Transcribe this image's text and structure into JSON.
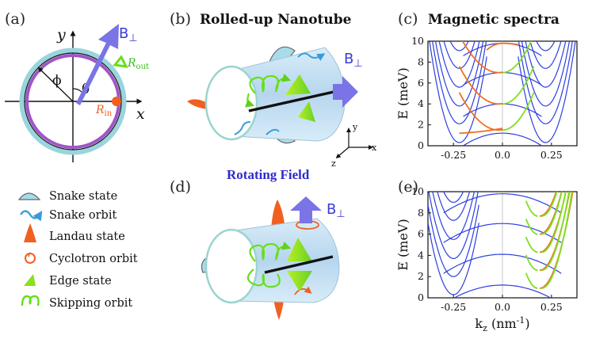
{
  "panels": {
    "a": {
      "label": "(a)",
      "x_axis": "x",
      "y_axis": "y",
      "phi": "ϕ",
      "theta": "θ",
      "b_field": "B",
      "b_sub": "⊥",
      "r_out": "R",
      "r_out_sub": "out",
      "r_in": "R",
      "r_in_sub": "in"
    },
    "b": {
      "label": "(b)",
      "title": "Rolled-up Nanotube",
      "b_field": "B",
      "b_sub": "⊥",
      "axis_x": "x",
      "axis_y": "y",
      "axis_z": "z"
    },
    "c": {
      "label": "(c)",
      "title": "Magnetic spectra"
    },
    "d": {
      "label": "(d)",
      "b_field": "B",
      "b_sub": "⊥"
    },
    "e": {
      "label": "(e)"
    }
  },
  "rotating_field": "Rotating Field",
  "legend": [
    {
      "icon": "snake-state-icon",
      "text": "Snake state"
    },
    {
      "icon": "snake-orbit-icon",
      "text": "Snake orbit"
    },
    {
      "icon": "landau-state-icon",
      "text": "Landau state"
    },
    {
      "icon": "cyclotron-orbit-icon",
      "text": "Cyclotron orbit"
    },
    {
      "icon": "edge-state-icon",
      "text": "Edge state"
    },
    {
      "icon": "skipping-orbit-icon",
      "text": "Skipping orbit"
    }
  ],
  "colors": {
    "blue_band": "#2c3ee0",
    "orange_band": "#f07020",
    "green_band": "#7ee020",
    "field_arrow": "#7070e0",
    "ring_outer": "#9ad4dc",
    "ring_inner": "#a055c8",
    "tube": "#bcdcf0"
  },
  "chart_data": [
    {
      "panel": "(c)",
      "type": "line",
      "xlabel": "",
      "ylabel": "E (meV)",
      "xlim": [
        -0.38,
        0.38
      ],
      "ylim": [
        0,
        10
      ],
      "xticks": [
        "-0.25",
        "0.0",
        "0.25"
      ],
      "xtick_values": [
        -0.25,
        0.0,
        0.25
      ],
      "yticks": [
        "0",
        "2",
        "4",
        "6",
        "8",
        "10"
      ],
      "ytick_values": [
        0,
        2,
        4,
        6,
        8,
        10
      ],
      "series_minima_meV": [
        0.3,
        2.1,
        3.8,
        5.6,
        7.4,
        9.1
      ],
      "series_minima_kz": [
        0.22,
        0.22,
        0.22,
        0.22,
        0.22,
        0.22
      ],
      "center_levels_meV": [
        1.2,
        4.0,
        7.0,
        9.8
      ]
    },
    {
      "panel": "(e)",
      "type": "line",
      "xlabel": "kz (nm⁻¹)",
      "ylabel": "E (meV)",
      "xlim": [
        -0.38,
        0.38
      ],
      "ylim": [
        0,
        10
      ],
      "xticks": [
        "-0.25",
        "0.0",
        "0.25"
      ],
      "xtick_values": [
        -0.25,
        0.0,
        0.25
      ],
      "yticks": [
        "0",
        "2",
        "4",
        "6",
        "8",
        "10"
      ],
      "ytick_values": [
        0,
        2,
        4,
        6,
        8,
        10
      ],
      "center_levels_meV": [
        1.2,
        4.1,
        7.0,
        9.8
      ]
    }
  ],
  "xlabel_text": {
    "k": "k",
    "sub": "z",
    "unit": " (nm",
    "exp": "-1",
    "close": ")"
  }
}
